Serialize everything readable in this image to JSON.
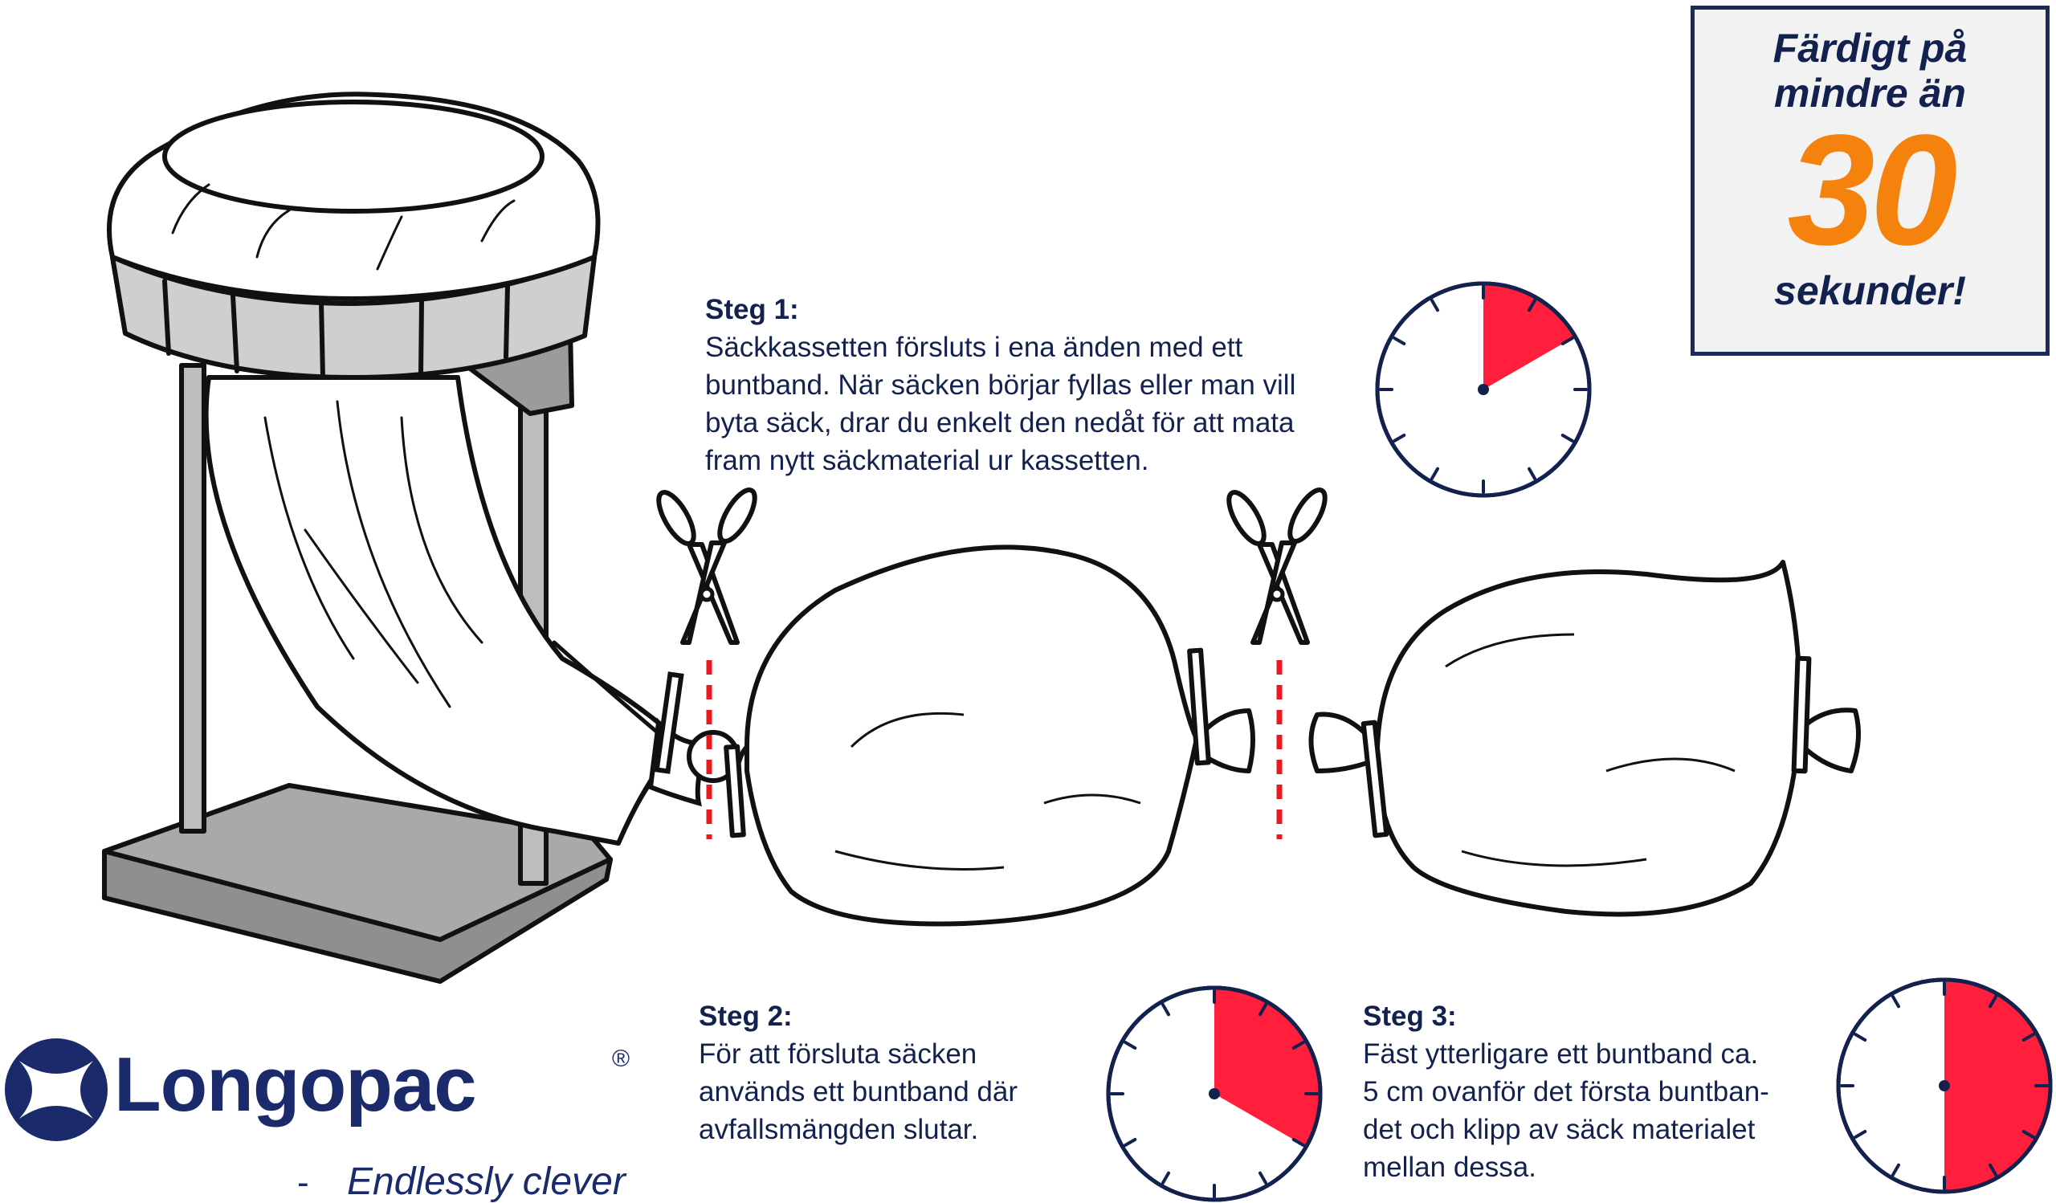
{
  "badge": {
    "line1": "Färdigt på",
    "line2": "mindre än",
    "number": "30",
    "line3": "sekunder!"
  },
  "steps": [
    {
      "title": "Steg 1:",
      "text": "Säckkassetten försluts i ena änden med ett\nbuntband. När säcken börjar fyllas eller man vill\nbyta säck, drar du enkelt den nedåt för att mata\nfram nytt säckmaterial ur kassetten.",
      "clock_fraction": 0.1667
    },
    {
      "title": "Steg 2:",
      "text": "För att försluta säcken\nanvänds ett buntband där\navfallsmängden slutar.",
      "clock_fraction": 0.3333
    },
    {
      "title": "Steg 3:",
      "text": "Fäst ytterligare ett buntband ca.\n5 cm ovanför det första buntban-\ndet och klipp av säck materialet\nmellan dessa.",
      "clock_fraction": 0.5
    }
  ],
  "logo": {
    "wordmark": "Longopac",
    "registered": "®",
    "dash": "-",
    "tagline": "Endlessly clever"
  },
  "colors": {
    "navy": "#13214f",
    "orange": "#f5820d",
    "clock_red": "#ff1f3d",
    "cut_line": "#e8191f",
    "stand_gray": "#a9a9a9",
    "badge_bg": "#f2f2f2"
  },
  "icons": [
    "scissors-icon",
    "clock-icon",
    "logo-mark-icon",
    "cut-line"
  ]
}
